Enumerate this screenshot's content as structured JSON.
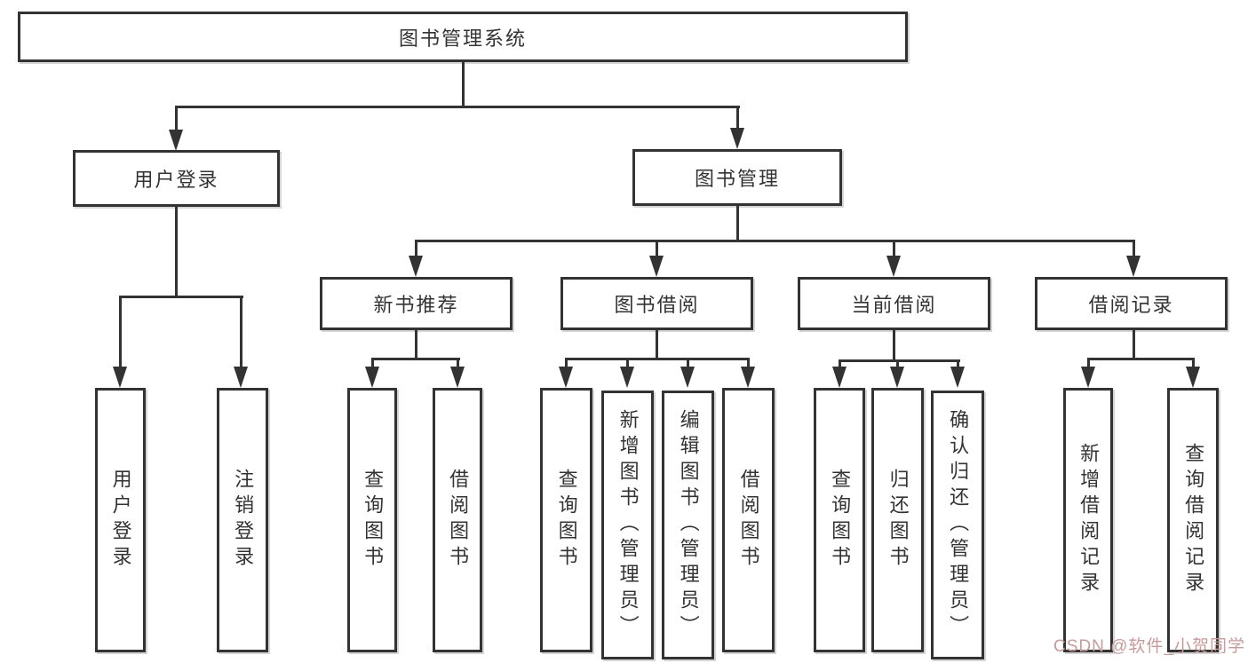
{
  "tree": {
    "root": {
      "label": "图书管理系统",
      "children": [
        {
          "label": "用户登录",
          "children": [
            {
              "label": "用户登录"
            },
            {
              "label": "注销登录"
            }
          ]
        },
        {
          "label": "图书管理",
          "children": [
            {
              "label": "新书推荐",
              "children": [
                {
                  "label": "查询图书"
                },
                {
                  "label": "借阅图书"
                }
              ]
            },
            {
              "label": "图书借阅",
              "children": [
                {
                  "label": "查询图书"
                },
                {
                  "label": "新增图书（管理员）"
                },
                {
                  "label": "编辑图书（管理员）"
                },
                {
                  "label": "借阅图书"
                }
              ]
            },
            {
              "label": "当前借阅",
              "children": [
                {
                  "label": "查询图书"
                },
                {
                  "label": "归还图书"
                },
                {
                  "label": "确认归还（管理员）"
                }
              ]
            },
            {
              "label": "借阅记录",
              "children": [
                {
                  "label": "新增借阅记录"
                },
                {
                  "label": "查询借阅记录"
                }
              ]
            }
          ]
        }
      ]
    }
  },
  "watermark": {
    "text": "CSDN @软件_小贺同学"
  },
  "colors": {
    "line": "#333333",
    "text": "#333333",
    "box_bg": "#ffffff",
    "watermark": "#c99a9a"
  }
}
